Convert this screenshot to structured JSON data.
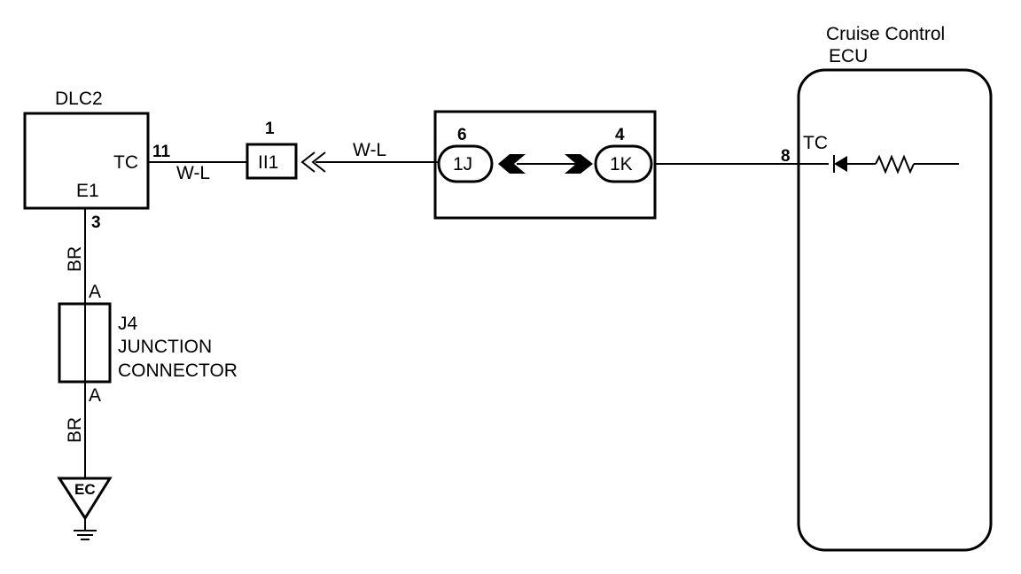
{
  "ecu": {
    "title_line1": "Cruise Control",
    "title_line2": "ECU",
    "terminal": "TC",
    "pin": "8"
  },
  "dlc2": {
    "title": "DLC2",
    "tc_terminal": "TC",
    "tc_pin": "11",
    "e1_terminal": "E1",
    "e1_pin": "3"
  },
  "connector_ii1": {
    "pin": "1",
    "label": "II1"
  },
  "junction_block": {
    "left": {
      "pin": "6",
      "label": "1J"
    },
    "right": {
      "pin": "4",
      "label": "1K"
    }
  },
  "wires": {
    "dlc_to_ii1": "W-L",
    "ii1_to_block": "W-L",
    "e1_to_j4": "BR",
    "j4_to_ground": "BR"
  },
  "j4": {
    "top_pin": "A",
    "bottom_pin": "A",
    "name": "J4",
    "line1": "JUNCTION",
    "line2": "CONNECTOR"
  },
  "ground": {
    "label": "EC"
  }
}
